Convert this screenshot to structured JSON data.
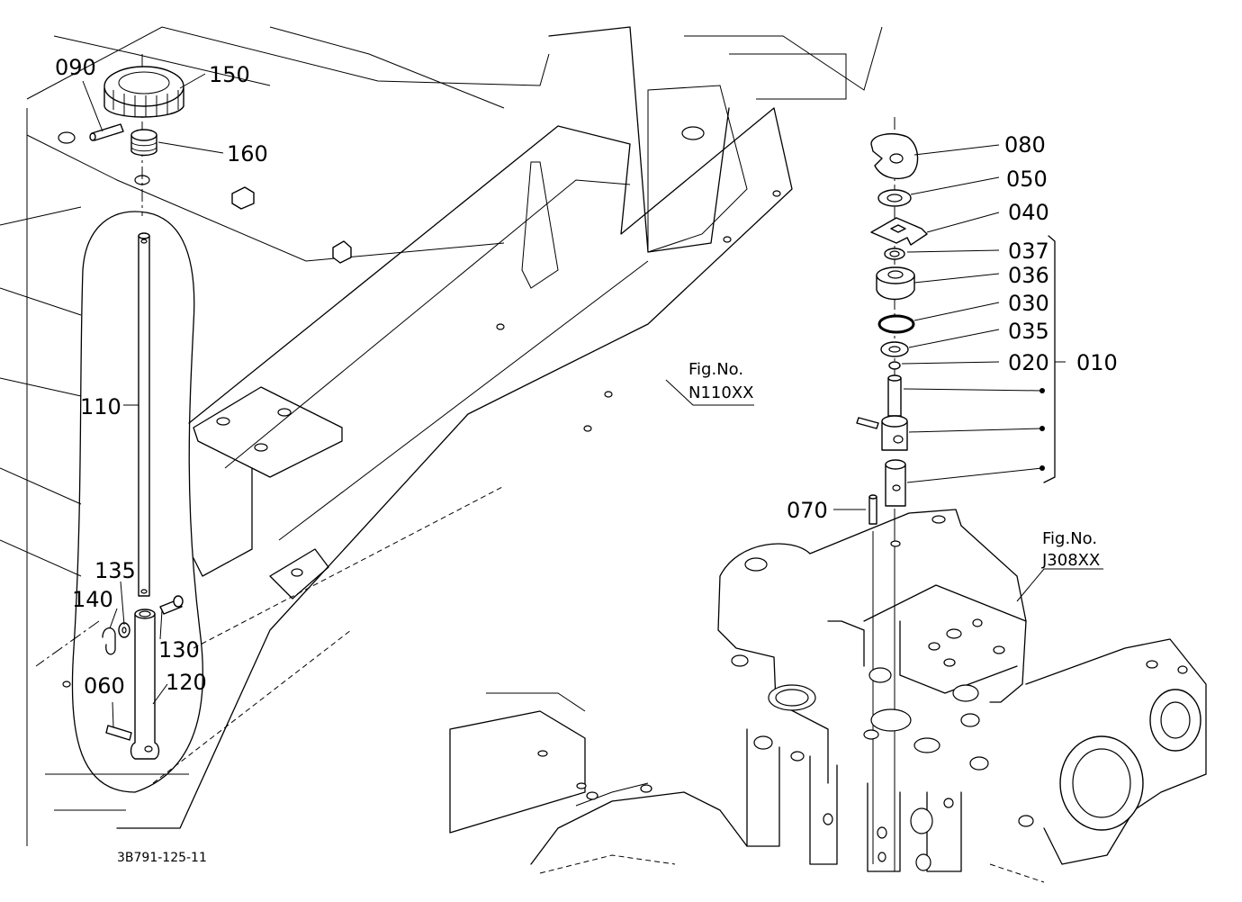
{
  "diagram_id": "3B791-125-11",
  "callouts": {
    "p090": "090",
    "p150": "150",
    "p160": "160",
    "p110": "110",
    "p135": "135",
    "p140": "140",
    "p130": "130",
    "p060": "060",
    "p120": "120",
    "p080": "080",
    "p050": "050",
    "p040": "040",
    "p037": "037",
    "p036": "036",
    "p030": "030",
    "p035": "035",
    "p020": "020",
    "p010": "010",
    "p070": "070"
  },
  "references": {
    "fig1_label": "Fig.No.",
    "fig1_code": "N110XX",
    "fig2_label": "Fig.No.",
    "fig2_code": "J308XX"
  }
}
